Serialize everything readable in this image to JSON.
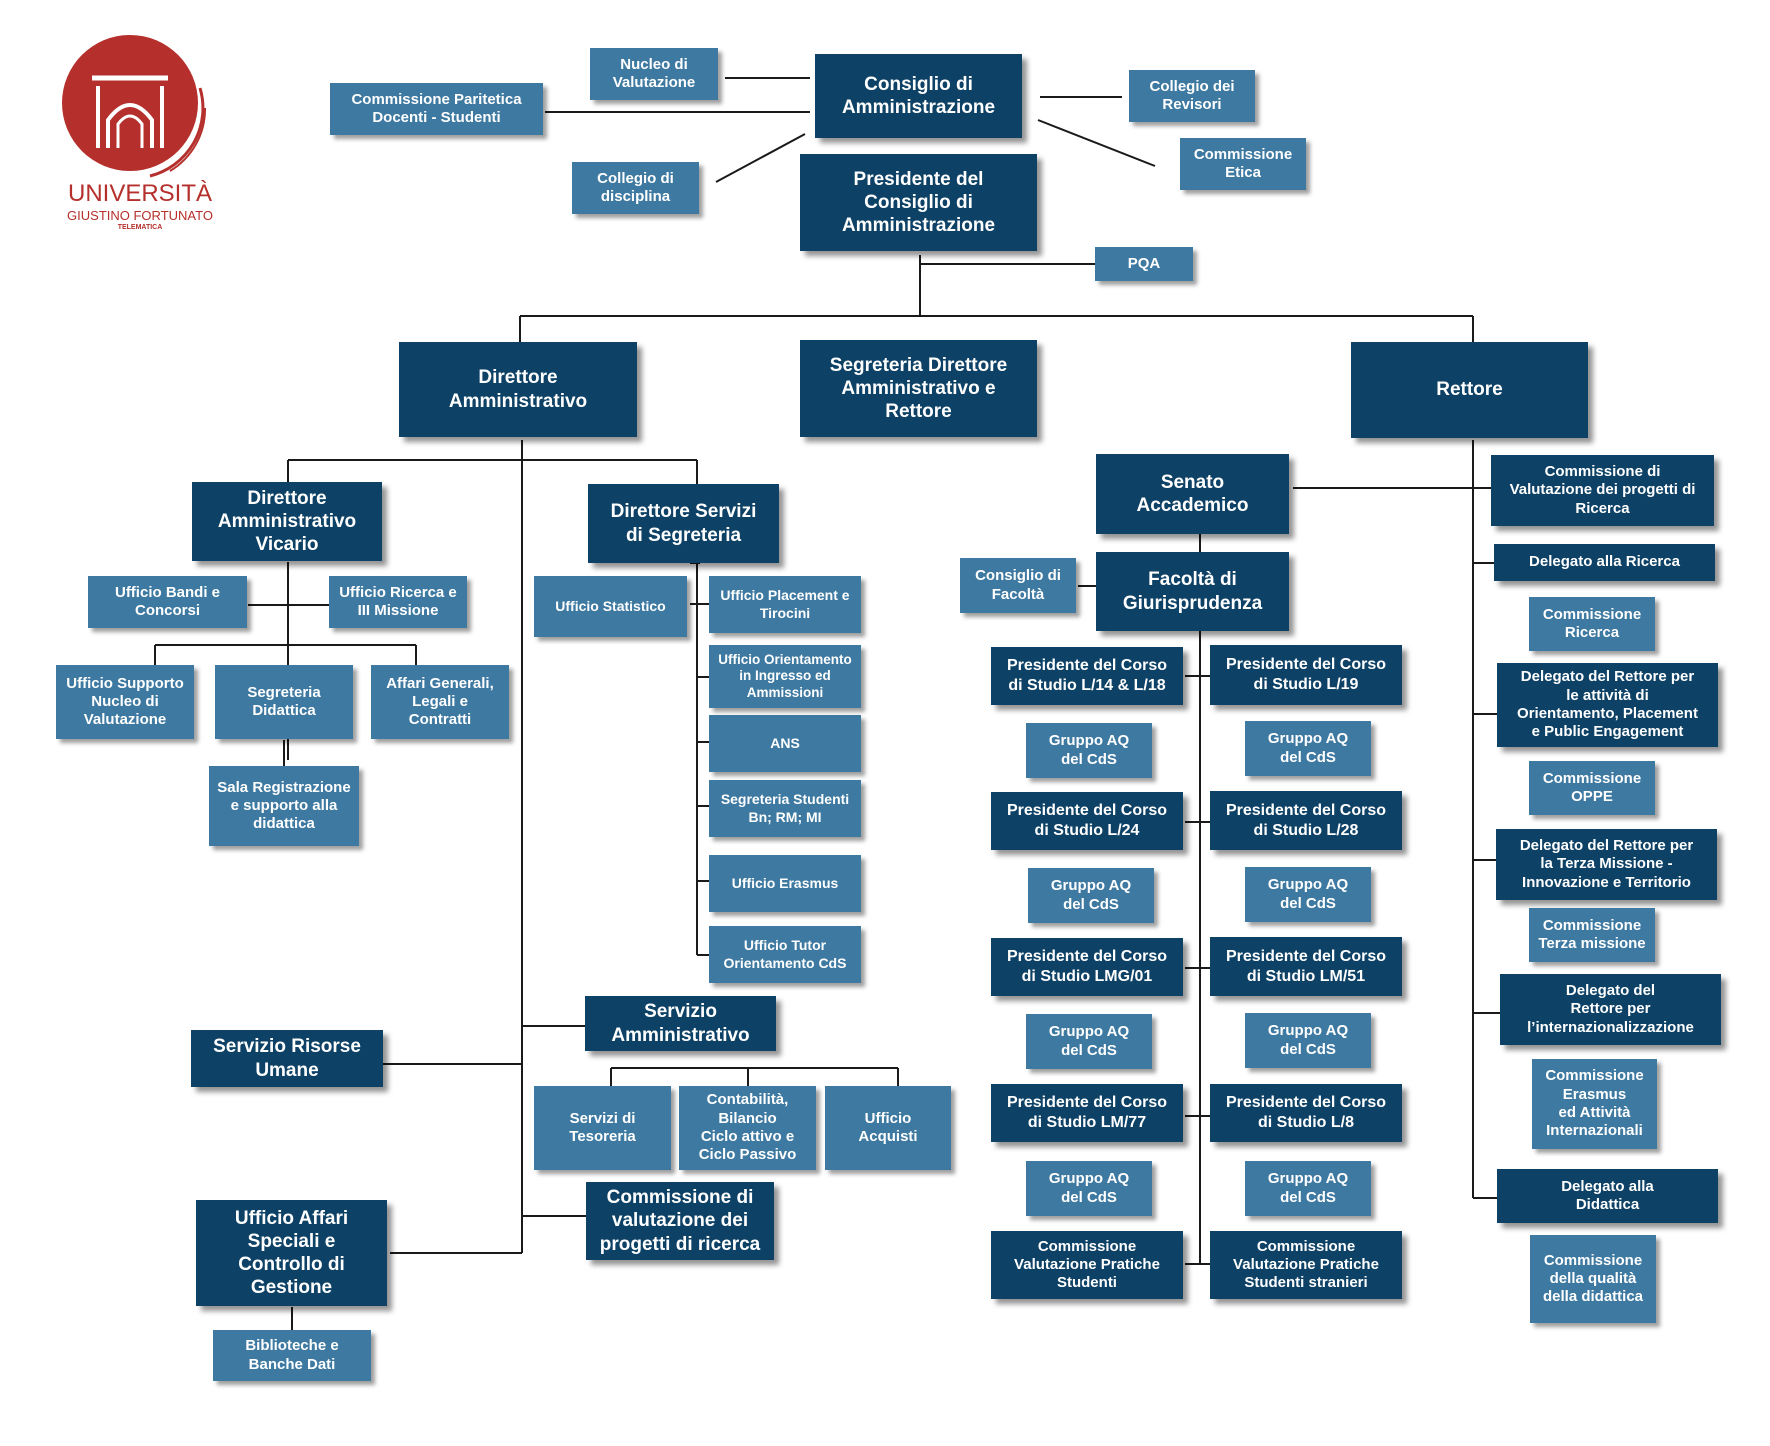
{
  "logo": {
    "name": "UNIVERSITÀ",
    "subname": "GIUSTINO FORTUNATO",
    "tag": "TELEMATICA",
    "color": "#b5302c"
  },
  "colors": {
    "dark_box": "#0d4166",
    "light_box": "#3e79a1",
    "connector": "#1a1a1a"
  },
  "governance": {
    "consiglio": "Consiglio di\nAmministrazione",
    "nucleo": "Nucleo di\nValutazione",
    "commissione_paritetica": "Commissione Paritetica\nDocenti - Studenti",
    "collegio_disciplina": "Collegio di\ndisciplina",
    "collegio_revisori": "Collegio dei\nRevisori",
    "commissione_etica": "Commissione\nEtica",
    "presidente": "Presidente del\nConsiglio di\nAmministrazione",
    "pqa": "PQA"
  },
  "top_level": {
    "direttore": "Direttore\nAmministrativo",
    "segreteria": "Segreteria Direttore\nAmministrativo e\nRettore",
    "rettore": "Rettore"
  },
  "amministrazione": {
    "vicario": "Direttore\nAmministrativo\nVicario",
    "bandi": "Ufficio Bandi e\nConcorsi",
    "ricerca": "Ufficio Ricerca e\nIII Missione",
    "supporto_nucleo": "Ufficio Supporto\nNucleo di\nValutazione",
    "segreteria_didattica": "Segreteria\nDidattica",
    "affari_generali": "Affari Generali,\nLegali e\nContratti",
    "sala_registrazione": "Sala Registrazione\ne supporto alla\ndidattica",
    "risorse_umane": "Servizio Risorse\nUmane",
    "affari_speciali": "Ufficio Affari\nSpeciali e\nControllo di\nGestione",
    "biblioteche": "Biblioteche e\nBanche Dati"
  },
  "segreteria_servizi": {
    "direttore_servizi": "Direttore Servizi\ndi Segreteria",
    "statistico": "Ufficio Statistico",
    "placement": "Ufficio Placement e\nTirocini",
    "orientamento": "Ufficio Orientamento\nin Ingresso ed\nAmmissioni",
    "ans": "ANS",
    "segreteria_studenti": "Segreteria Studenti\nBn; RM; MI",
    "erasmus": "Ufficio Erasmus",
    "tutor": "Ufficio Tutor\nOrientamento CdS"
  },
  "servizio_amministrativo": {
    "title": "Servizio\nAmministrativo",
    "tesoreria": "Servizi di\nTesoreria",
    "contabilita": "Contabilità,\nBilancio\nCiclo attivo e\nCiclo Passivo",
    "acquisti": "Ufficio\nAcquisti",
    "commissione_progetti": "Commissione di\nvalutazione dei\nprogetti di ricerca"
  },
  "accademico": {
    "senato": "Senato\nAccademico",
    "consiglio_facolta": "Consiglio di\nFacoltà",
    "facolta": "Facoltà di\nGiurisprudenza",
    "presidente_l14": "Presidente del Corso\ndi Studio L/14 & L/18",
    "presidente_l19": "Presidente del Corso\ndi Studio L/19",
    "presidente_l24": "Presidente del Corso\ndi Studio L/24",
    "presidente_l28": "Presidente del Corso\ndi Studio L/28",
    "presidente_lmg01": "Presidente del Corso\ndi Studio LMG/01",
    "presidente_lm51": "Presidente del Corso\ndi Studio LM/51",
    "presidente_lm77": "Presidente del Corso\ndi Studio LM/77",
    "presidente_l8": "Presidente del Corso\ndi Studio L/8",
    "gruppo_aq": "Gruppo AQ\ndel CdS",
    "pratiche_studenti": "Commissione\nValutazione Pratiche\nStudenti",
    "pratiche_stranieri": "Commissione\nValutazione Pratiche\nStudenti stranieri"
  },
  "rettorato": {
    "comm_progetti_ricerca": "Commissione di\nValutazione dei progetti di\nRicerca",
    "delegato_ricerca": "Delegato alla Ricerca",
    "comm_ricerca": "Commissione\nRicerca",
    "delegato_orientamento": "Delegato del Rettore per\nle attività di\nOrientamento, Placement\ne Public Engagement",
    "comm_oppe": "Commissione\nOPPE",
    "delegato_terza": "Delegato del Rettore per\nla Terza Missione -\nInnovazione e Territorio",
    "comm_terza": "Commissione\nTerza missione",
    "delegato_intern": "Delegato del\nRettore per\nl’internazionalizzazione",
    "comm_erasmus": "Commissione\nErasmus\ned Attività\nInternazionali",
    "delegato_didattica": "Delegato alla\nDidattica",
    "comm_qualita": "Commissione\ndella qualità\ndella didattica"
  }
}
